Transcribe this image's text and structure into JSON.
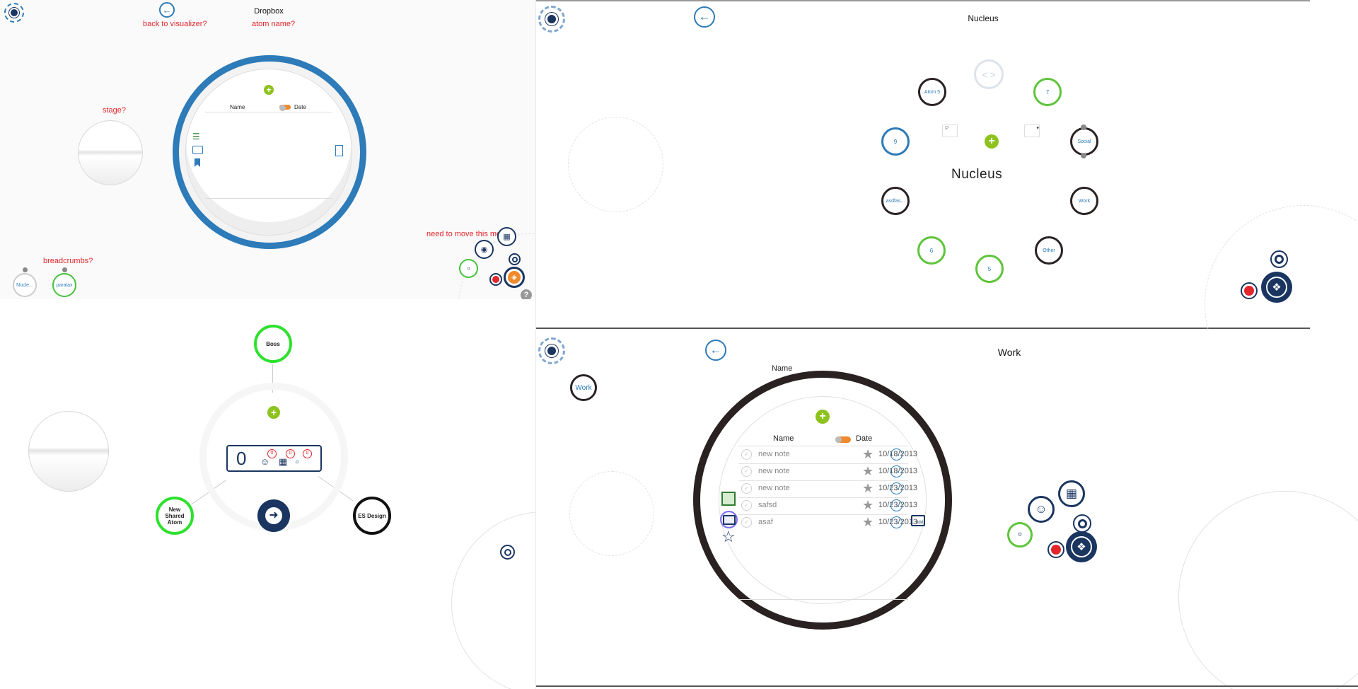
{
  "top_left": {
    "title": "Dropbox",
    "notes": {
      "back": "back to visualizer?",
      "atom": "atom name?",
      "stage": "stage?",
      "breadcrumbs": "breadcrumbs?",
      "menu": "need to move this menu?"
    },
    "columns": {
      "name": "Name",
      "date": "Date"
    },
    "breadcrumbs": [
      "Nucle...",
      "paralax"
    ]
  },
  "bottom_left": {
    "nodes": [
      "Boss",
      "New Shared Atom",
      "ES Design"
    ],
    "counter": "0",
    "badges": [
      "0",
      "0",
      "0"
    ]
  },
  "top_right": {
    "title": "Nucleus",
    "center_label": "Nucleus",
    "orbit": [
      "Atom 5",
      "7",
      "9",
      "Social",
      "asdfas...",
      "Work",
      "6",
      "5",
      "Other"
    ],
    "code_label": "< >"
  },
  "bottom_right": {
    "title": "Work",
    "side_label": "Work",
    "columns": {
      "name": "Name",
      "date": "Date"
    },
    "rows": [
      {
        "name": "new note",
        "date": "10/18/2013"
      },
      {
        "name": "new note",
        "date": "10/18/2013"
      },
      {
        "name": "new note",
        "date": "10/23/2013"
      },
      {
        "name": "safsd",
        "date": "10/23/2013"
      },
      {
        "name": "asaf",
        "date": "10/23/2013"
      }
    ],
    "folder_label": "ddd"
  },
  "colors": {
    "blue": "#2d7bb9",
    "green": "#44c23a",
    "dark_ring": "#2a2222",
    "accent_red": "#e2262b",
    "navy": "#1a3560"
  }
}
